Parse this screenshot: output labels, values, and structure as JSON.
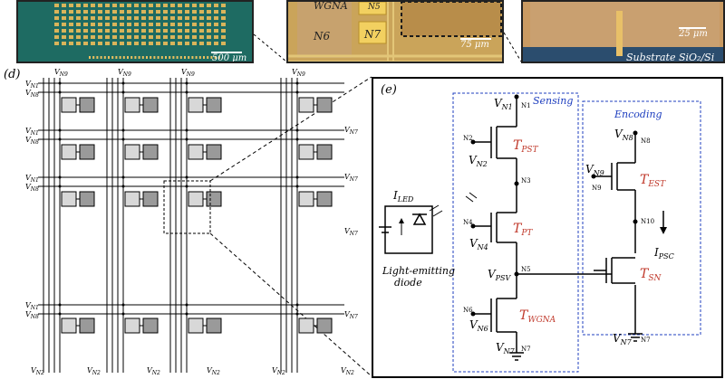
{
  "photos": {
    "chip_scale": "500 μm",
    "unit_scale": "75 μm",
    "unit_labels": [
      "WGNA",
      "N5",
      "N6",
      "N7"
    ],
    "device_scale": "25 μm",
    "substrate_label": "Substrate SiO₂/Si"
  },
  "panel_d": {
    "label": "(d)",
    "left_rail_labels": [
      {
        "text": "V",
        "sub": "N1"
      },
      {
        "text": "V",
        "sub": "N8"
      },
      {
        "text": "V",
        "sub": "N1"
      },
      {
        "text": "V",
        "sub": "N8"
      },
      {
        "text": "V",
        "sub": "N1"
      },
      {
        "text": "V",
        "sub": "N8"
      },
      {
        "text": "V",
        "sub": "N1"
      },
      {
        "text": "V",
        "sub": "N8"
      }
    ],
    "top_labels": [
      {
        "text": "V",
        "sub": "N9"
      },
      {
        "text": "V",
        "sub": "N9"
      },
      {
        "text": "V",
        "sub": "N9"
      },
      {
        "text": "V",
        "sub": "N9"
      }
    ],
    "right_labels": [
      {
        "text": "V",
        "sub": "N7"
      },
      {
        "text": "V",
        "sub": "N7"
      },
      {
        "text": "V",
        "sub": "N7"
      },
      {
        "text": "V",
        "sub": "N7"
      }
    ],
    "bottom_labels": [
      {
        "text": "V",
        "sub": "N2"
      },
      {
        "text": "V",
        "sub": "N2"
      },
      {
        "text": "V",
        "sub": "N2"
      },
      {
        "text": "V",
        "sub": "N2"
      },
      {
        "text": "V",
        "sub": "N2"
      },
      {
        "text": "V",
        "sub": "N2"
      }
    ]
  },
  "panel_e": {
    "label": "(e)",
    "sensing_title": "Sensing",
    "encoding_title": "Encoding",
    "transistors": [
      {
        "name": "T",
        "sub": "PST"
      },
      {
        "name": "T",
        "sub": "PT"
      },
      {
        "name": "T",
        "sub": "WGNA"
      },
      {
        "name": "T",
        "sub": "EST"
      },
      {
        "name": "T",
        "sub": "SN"
      }
    ],
    "voltages": {
      "vn1": {
        "text": "V",
        "sub": "N1"
      },
      "vn2": {
        "text": "V",
        "sub": "N2"
      },
      "vn4": {
        "text": "V",
        "sub": "N4"
      },
      "vn6": {
        "text": "V",
        "sub": "N6"
      },
      "vn7a": {
        "text": "V",
        "sub": "N7"
      },
      "vn8": {
        "text": "V",
        "sub": "N8"
      },
      "vn9": {
        "text": "V",
        "sub": "N9"
      },
      "vn7b": {
        "text": "V",
        "sub": "N7"
      },
      "vpsv": {
        "text": "V",
        "sub": "PSV"
      }
    },
    "nodes": [
      "N1",
      "N2",
      "N3",
      "N4",
      "N5",
      "N6",
      "N7",
      "N8",
      "N9",
      "N10",
      "N7"
    ],
    "current": {
      "text": "I",
      "sub": "PSC"
    },
    "led_current": {
      "text": "I",
      "sub": "LED"
    },
    "led_caption_1": "Light-emitting",
    "led_caption_2": "diode"
  },
  "colors": {
    "transistor_label": "#c0392b",
    "dashed_box": "#1f3fbf",
    "chip_green": "#1e6b62",
    "gold": "#caa45a"
  }
}
